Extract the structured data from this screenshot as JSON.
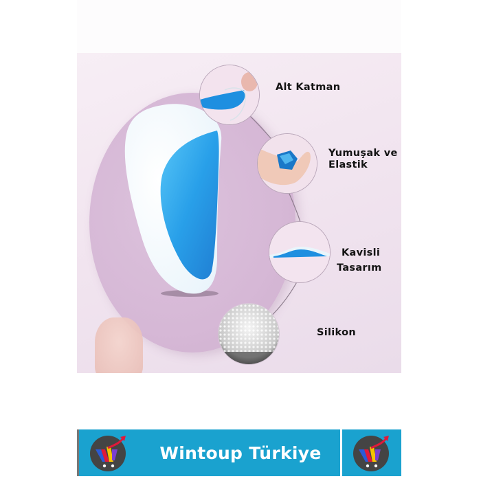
{
  "product_image": {
    "description": "Silicone arch support insole with feature callouts",
    "colors": {
      "background_pink": "#f1e4ef",
      "oval_mauve": "#d6b8d6",
      "gel_blue": "#1e9be8",
      "insole_white": "#ffffff"
    },
    "callouts": [
      {
        "id": "alt-katman",
        "label_lines": [
          "Alt Katman"
        ]
      },
      {
        "id": "yumusak-elastik",
        "label_lines": [
          "Yumuşak ve",
          "Elastik"
        ]
      },
      {
        "id": "kavisli-tasarim",
        "label_lines": [
          "Kavisli",
          "Tasarım"
        ]
      },
      {
        "id": "silikon",
        "label_lines": [
          "Silikon"
        ]
      }
    ]
  },
  "banner": {
    "brand_name": "Wintoup Türkiye",
    "logo_icon": "wintoup-cart-logo-icon",
    "colors": {
      "background": "#1aa2cf",
      "text": "#ffffff",
      "logo_circle": "#444444"
    }
  }
}
